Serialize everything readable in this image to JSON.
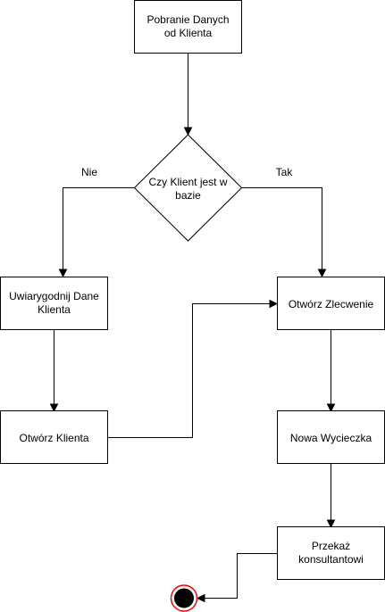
{
  "diagram": {
    "colors": {
      "stroke": "#000000",
      "fill": "#ffffff",
      "end_ring": "#ff0000",
      "end_fill": "#000000"
    },
    "nodes": {
      "pobranie": {
        "line1": "Pobranie Danych",
        "line2": "od Klienta"
      },
      "decision": {
        "line1": "Czy Klient jest w",
        "line2": "bazie"
      },
      "uwiarygodnij": {
        "line1": "Uwiarygodnij Dane",
        "line2": "Klienta"
      },
      "otworz_klienta": {
        "label": "Otwórz Klienta"
      },
      "otworz_zlecenie": {
        "label": "Otwórz Zlecwenie"
      },
      "nowa_wycieczka": {
        "label": "Nowa Wycieczka"
      },
      "przekaz": {
        "line1": "Przekaż",
        "line2": "konsultantowi"
      }
    },
    "edge_labels": {
      "no": "Nie",
      "yes": "Tak"
    }
  }
}
